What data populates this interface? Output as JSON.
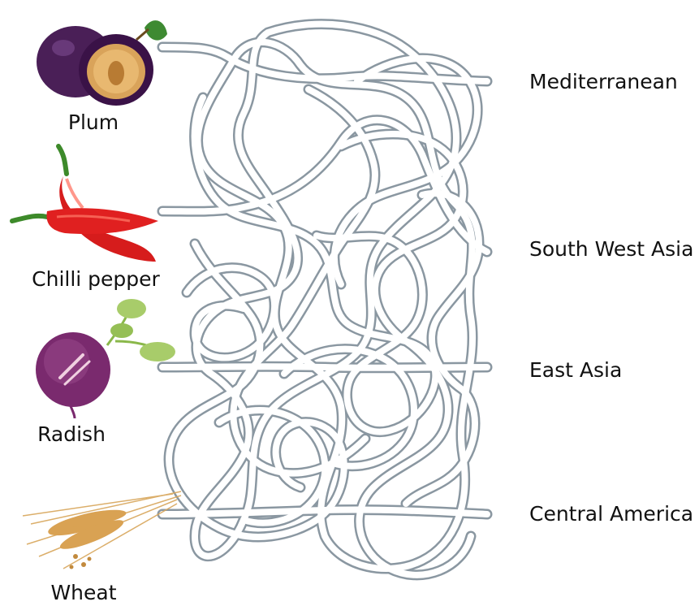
{
  "crops": [
    {
      "id": "plum",
      "label": "Plum",
      "icon": "plum-icon"
    },
    {
      "id": "chilli",
      "label": "Chilli pepper",
      "icon": "chilli-pepper-icon"
    },
    {
      "id": "radish",
      "label": "Radish",
      "icon": "radish-icon"
    },
    {
      "id": "wheat",
      "label": "Wheat",
      "icon": "wheat-icon"
    }
  ],
  "regions": [
    {
      "id": "mediterranean",
      "label": "Mediterranean"
    },
    {
      "id": "southwestasia",
      "label": "South West Asia"
    },
    {
      "id": "eastasia",
      "label": "East Asia"
    },
    {
      "id": "centralamerica",
      "label": "Central America"
    }
  ],
  "colors": {
    "tube_fill": "#ffffff",
    "tube_stroke": "#8a97a1"
  }
}
